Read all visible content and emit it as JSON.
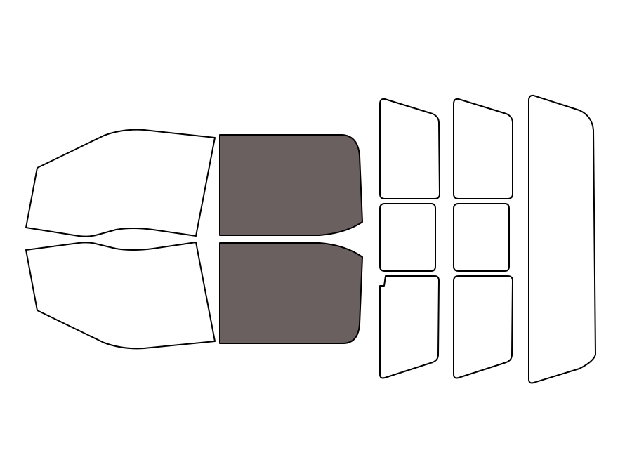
{
  "colors": {
    "background": "#ffffff",
    "outline": "#000000",
    "untinted": "#ffffff",
    "tinted": "#6b6060"
  },
  "windows": [
    {
      "id": "front-left-door-window",
      "tinted": false
    },
    {
      "id": "front-right-door-window",
      "tinted": false
    },
    {
      "id": "rear-left-door-window",
      "tinted": true
    },
    {
      "id": "rear-right-door-window",
      "tinted": true
    },
    {
      "id": "rear-upper-left-window",
      "tinted": false
    },
    {
      "id": "rear-middle-left-window",
      "tinted": false
    },
    {
      "id": "rear-lower-left-window",
      "tinted": false
    },
    {
      "id": "rear-upper-right-window",
      "tinted": false
    },
    {
      "id": "rear-middle-right-window",
      "tinted": false
    },
    {
      "id": "rear-lower-right-window",
      "tinted": false
    },
    {
      "id": "rear-windshield",
      "tinted": false
    }
  ]
}
